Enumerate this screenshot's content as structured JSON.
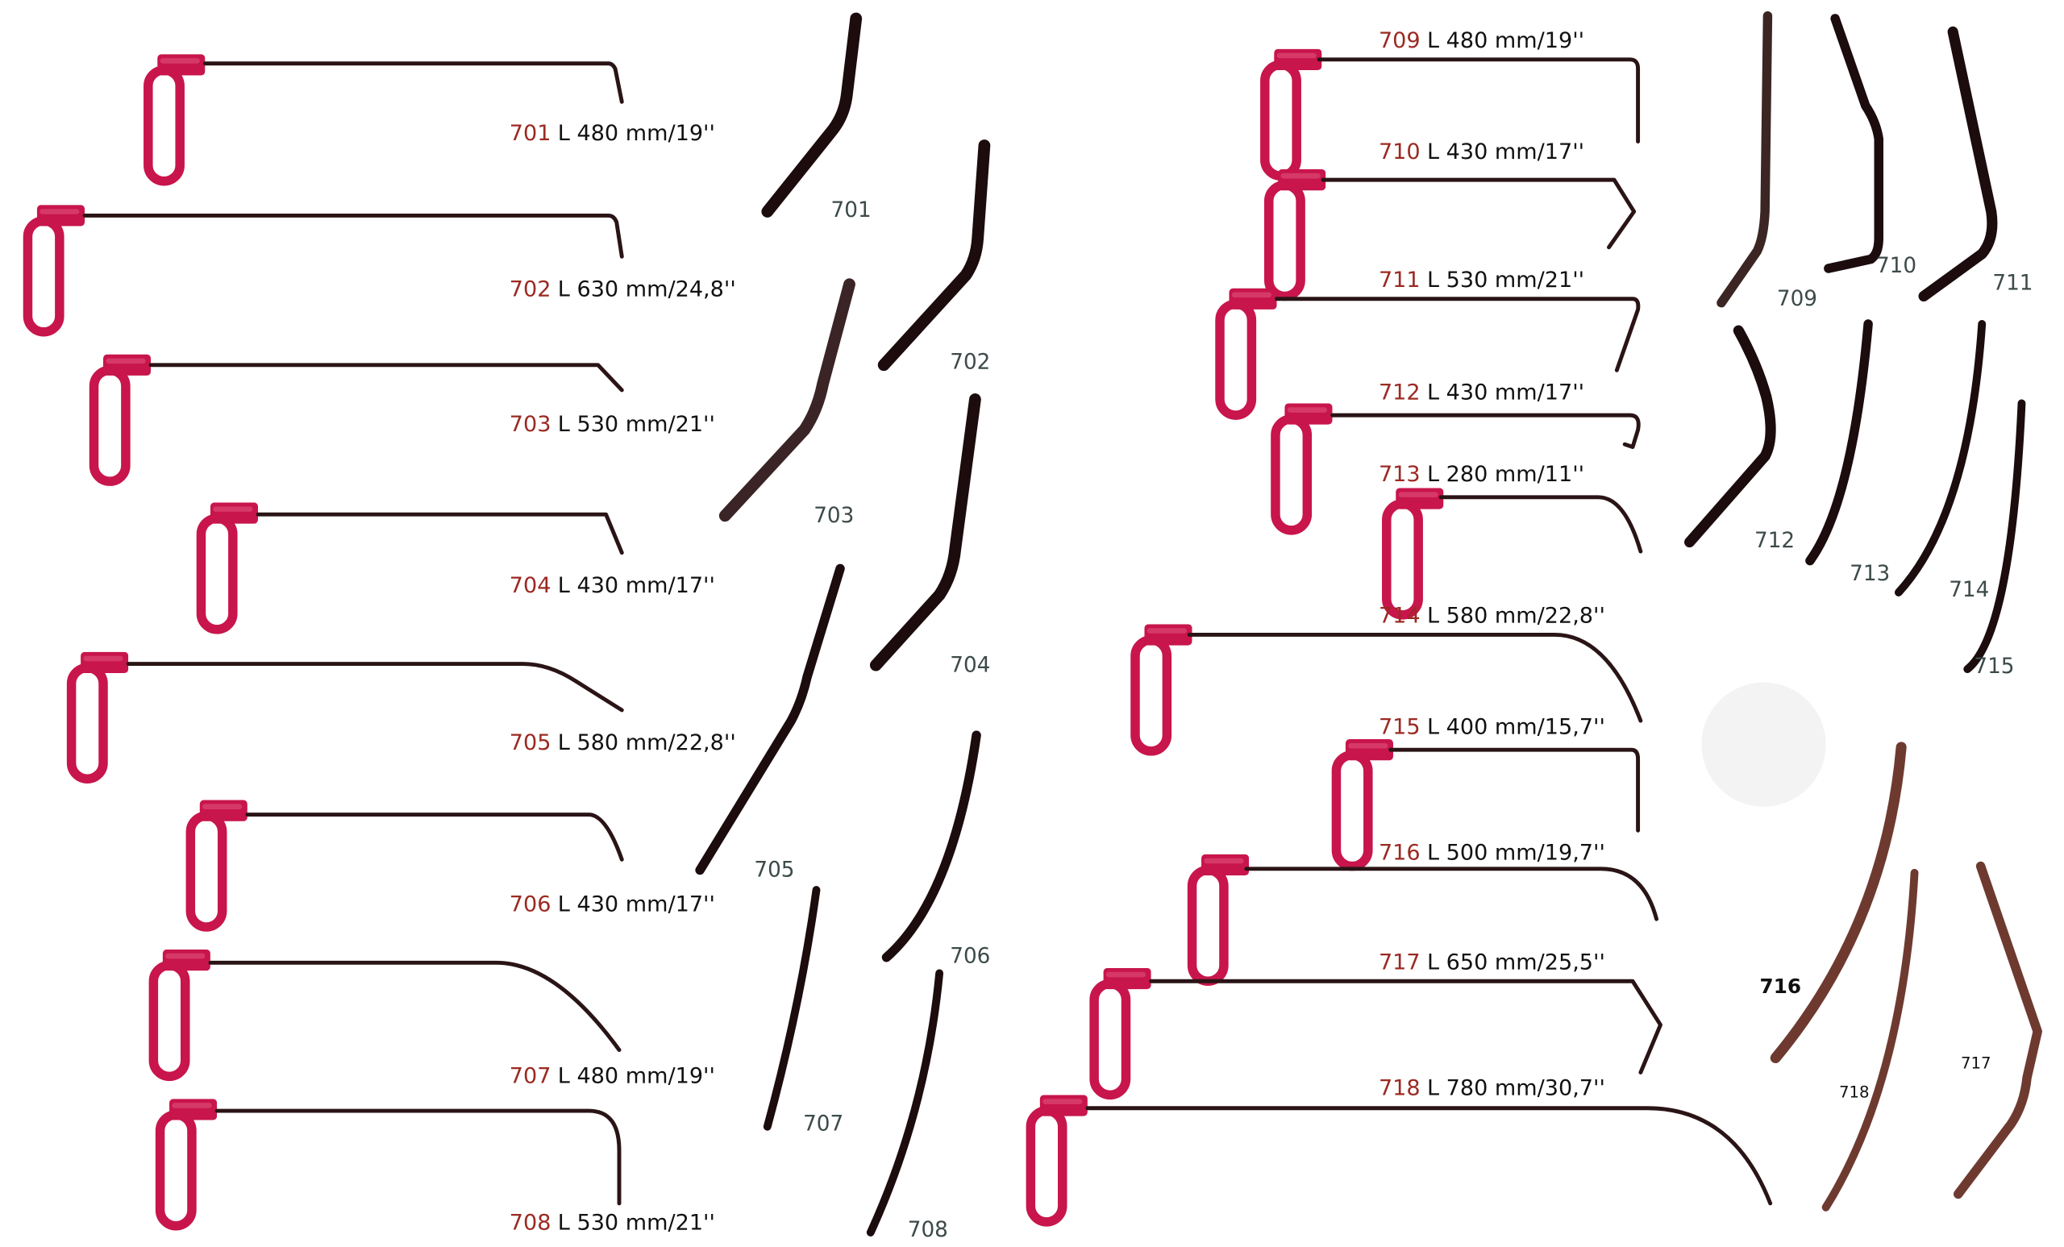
{
  "catalog": {
    "tools": [
      {
        "code": "701",
        "spec": "L 480 mm/19''"
      },
      {
        "code": "702",
        "spec": "L 630 mm/24,8''"
      },
      {
        "code": "703",
        "spec": "L 530 mm/21''"
      },
      {
        "code": "704",
        "spec": "L 430 mm/17''"
      },
      {
        "code": "705",
        "spec": "L 580 mm/22,8''"
      },
      {
        "code": "706",
        "spec": "L 430 mm/17''"
      },
      {
        "code": "707",
        "spec": "L 480 mm/19''"
      },
      {
        "code": "708",
        "spec": "L 530 mm/21''"
      },
      {
        "code": "709",
        "spec": "L 480 mm/19''"
      },
      {
        "code": "710",
        "spec": "L 430 mm/17''"
      },
      {
        "code": "711",
        "spec": "L 530 mm/21''"
      },
      {
        "code": "712",
        "spec": "L 430 mm/17''"
      },
      {
        "code": "713",
        "spec": "L 280 mm/11''"
      },
      {
        "code": "714",
        "spec": "L 580 mm/22,8''"
      },
      {
        "code": "715",
        "spec": "L 400 mm/15,7''"
      },
      {
        "code": "716",
        "spec": "L 500 mm/19,7''"
      },
      {
        "code": "717",
        "spec": "L 650 mm/25,5''"
      },
      {
        "code": "718",
        "spec": "L 780 mm/30,7''"
      }
    ]
  },
  "colors": {
    "handle": "#c8154c",
    "code": "#9b2a22",
    "rod": "#2a1416"
  }
}
